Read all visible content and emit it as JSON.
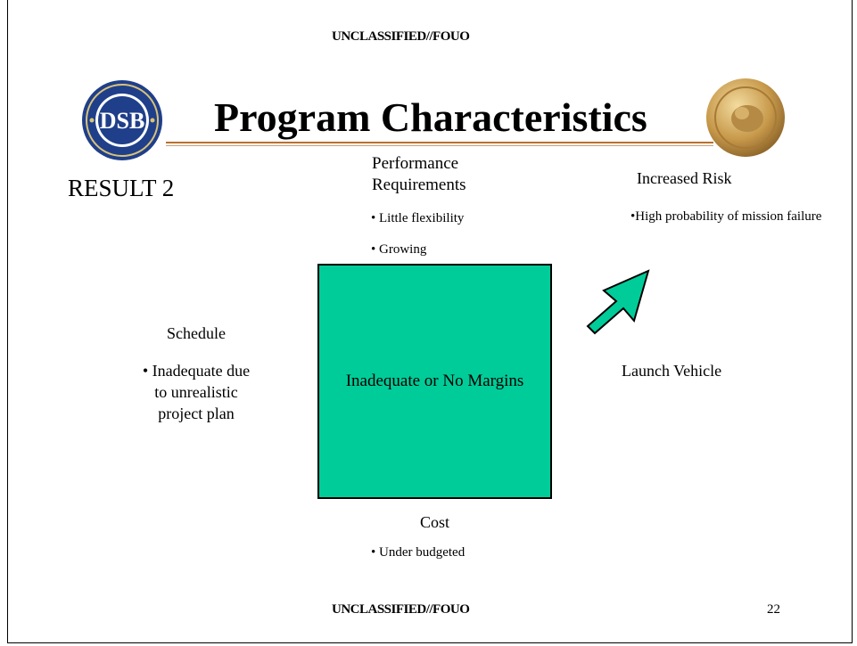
{
  "classification_top": "UNCLASSIFIED//FOUO",
  "classification_bottom": "UNCLASSIFIED//FOUO",
  "title": "Program Characteristics",
  "result_label": "RESULT 2",
  "performance": {
    "heading": "Performance Requirements",
    "bullets": [
      "• Little flexibility",
      "• Growing"
    ]
  },
  "risk": {
    "heading": "Increased Risk",
    "bullet": "•High probability of mission failure"
  },
  "schedule": {
    "heading": "Schedule",
    "bullet": "• Inadequate due to unrealistic project plan"
  },
  "center_box_text": "Inadequate or No Margins",
  "launch_vehicle": "Launch Vehicle",
  "cost": {
    "heading": "Cost",
    "bullet": "• Under budgeted"
  },
  "page_number": "22",
  "colors": {
    "box_fill": "#00cc99",
    "rule": "#b9702d",
    "arrow_fill": "#00cc99"
  },
  "logos": {
    "left": "dsb-seal",
    "right": "gold-medallion"
  }
}
